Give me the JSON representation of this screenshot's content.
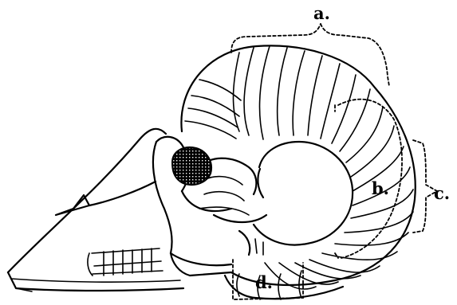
{
  "figure": {
    "labels": {
      "a": "a.",
      "b": "b.",
      "c": "c.",
      "d": "d."
    },
    "colors": {
      "ink": "#000000",
      "background": "#ffffff"
    }
  }
}
